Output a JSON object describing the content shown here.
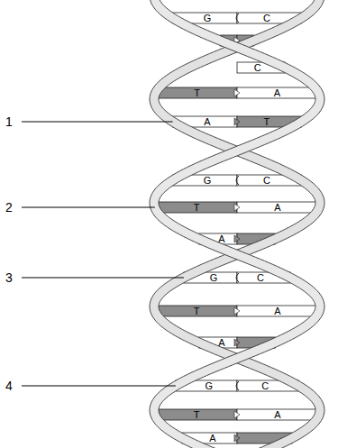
{
  "diagram": {
    "labels": [
      "G",
      "C",
      "C",
      "T",
      "A",
      "1",
      "A",
      "T",
      "G",
      "C",
      "2",
      "T",
      "A",
      "A",
      "3",
      "G",
      "C",
      "T",
      "A",
      "A",
      "4",
      "G",
      "C",
      "T",
      "A",
      "A"
    ]
  }
}
